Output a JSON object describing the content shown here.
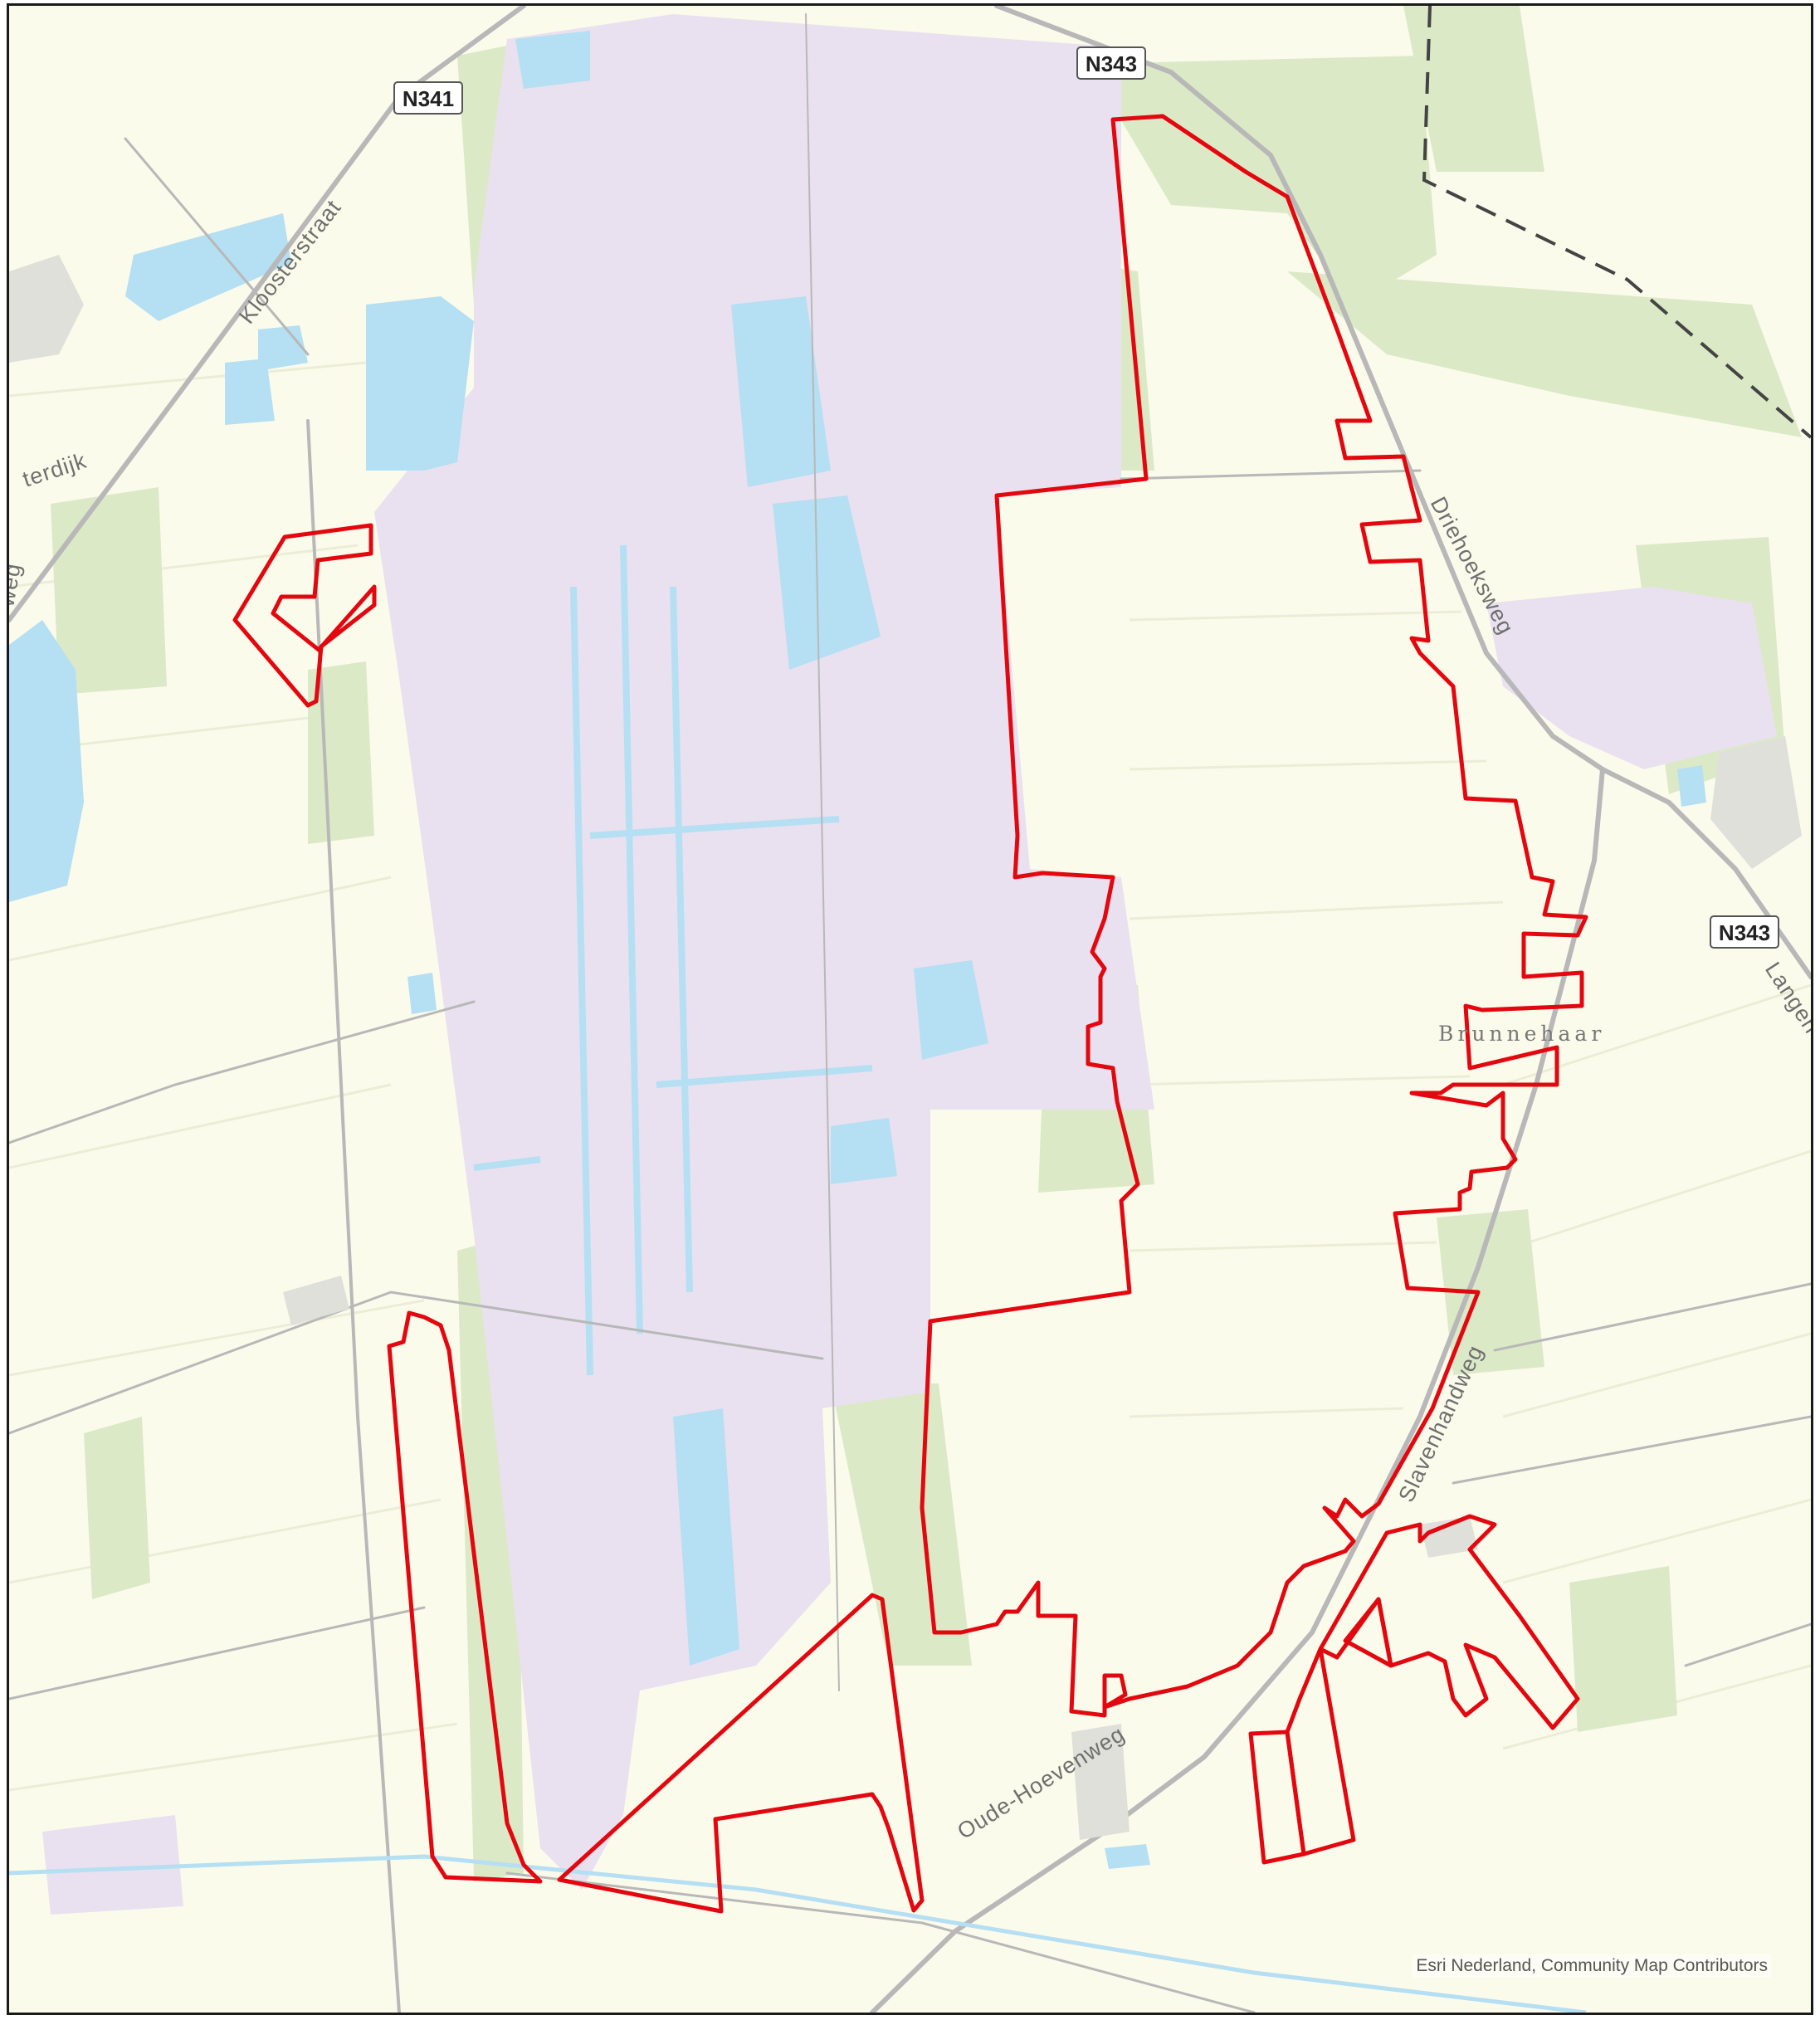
{
  "map": {
    "road_shields": [
      "N341",
      "N343",
      "N343"
    ],
    "street_labels": {
      "kloosterstraat": "Kloosterstraat",
      "terdijk": "terdijk",
      "weg_left": "weg",
      "driehoeksweg": "Driehoeksweg",
      "langen": "Langen",
      "slagenhandweg": "Slavenhandweg",
      "oude_hoevenweg": "Oude-Hoevenweg"
    },
    "place_label": "Brunnehaar",
    "attribution": "Esri Nederland, Community Map Contributors",
    "colors": {
      "background": "#fbfbec",
      "farmland": "#f9f9e1",
      "nature_reserve": "#e9e1f0",
      "water": "#b5dff2",
      "forest": "#dce9c7",
      "road": "#b8b8b8",
      "boundary": "#e3080f",
      "border": "#444444"
    }
  }
}
